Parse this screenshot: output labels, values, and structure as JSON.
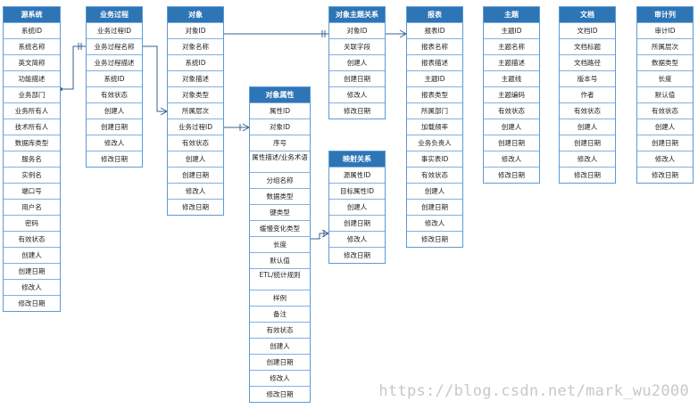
{
  "entities": {
    "source_system": {
      "title": "源系统",
      "fields": [
        "系统ID",
        "系统名称",
        "英文简称",
        "功能描述",
        "业务部门",
        "业务所有人",
        "技术所有人",
        "数据库类型",
        "服务名",
        "实例名",
        "端口号",
        "用户名",
        "密码",
        "有效状态",
        "创建人",
        "创建日期",
        "修改人",
        "修改日期"
      ]
    },
    "business_process": {
      "title": "业务过程",
      "fields": [
        "业务过程ID",
        "业务过程名称",
        "业务过程描述",
        "系统ID",
        "有效状态",
        "创建人",
        "创建日期",
        "修改人",
        "修改日期"
      ]
    },
    "object": {
      "title": "对象",
      "fields": [
        "对象ID",
        "对象名称",
        "系统ID",
        "对象描述",
        "对象类型",
        "所属层次",
        "业务过程ID",
        "有效状态",
        "创建人",
        "创建日期",
        "修改人",
        "修改日期"
      ]
    },
    "object_attribute": {
      "title": "对象属性",
      "fields": [
        "属性ID",
        "对象ID",
        "序号",
        "属性描述/业务术语",
        "分组名称",
        "数据类型",
        "键类型",
        "缓慢变化类型",
        "长度",
        "默认值",
        "ETL/统计规则",
        "样例",
        "备注",
        "有效状态",
        "创建人",
        "创建日期",
        "修改人",
        "修改日期"
      ]
    },
    "object_subject_rel": {
      "title": "对象主题关系",
      "fields": [
        "对象ID",
        "关联字段",
        "创建人",
        "创建日期",
        "修改人",
        "修改日期"
      ]
    },
    "mapping_rel": {
      "title": "映射关系",
      "fields": [
        "源属性ID",
        "目标属性ID",
        "创建人",
        "创建日期",
        "修改人",
        "修改日期"
      ]
    },
    "report": {
      "title": "报表",
      "fields": [
        "报表ID",
        "报表名称",
        "报表描述",
        "主题ID",
        "报表类型",
        "所属部门",
        "加载频率",
        "业务负责人",
        "事实表ID",
        "有效状态",
        "创建人",
        "创建日期",
        "修改人",
        "修改日期"
      ]
    },
    "subject": {
      "title": "主题",
      "fields": [
        "主题ID",
        "主题名称",
        "主题描述",
        "主题线",
        "主题编码",
        "有效状态",
        "创建人",
        "创建日期",
        "修改人",
        "修改日期"
      ]
    },
    "document": {
      "title": "文档",
      "fields": [
        "文档ID",
        "文档标题",
        "文档路径",
        "版本号",
        "作者",
        "有效状态",
        "创建人",
        "创建日期",
        "修改人",
        "修改日期"
      ]
    },
    "audit_column": {
      "title": "审计列",
      "fields": [
        "审计ID",
        "所属层次",
        "数据类型",
        "长度",
        "默认值",
        "有效状态",
        "创建人",
        "创建日期",
        "修改人",
        "修改日期"
      ]
    }
  },
  "watermark": "https://blog.csdn.net/mark_wu2000"
}
